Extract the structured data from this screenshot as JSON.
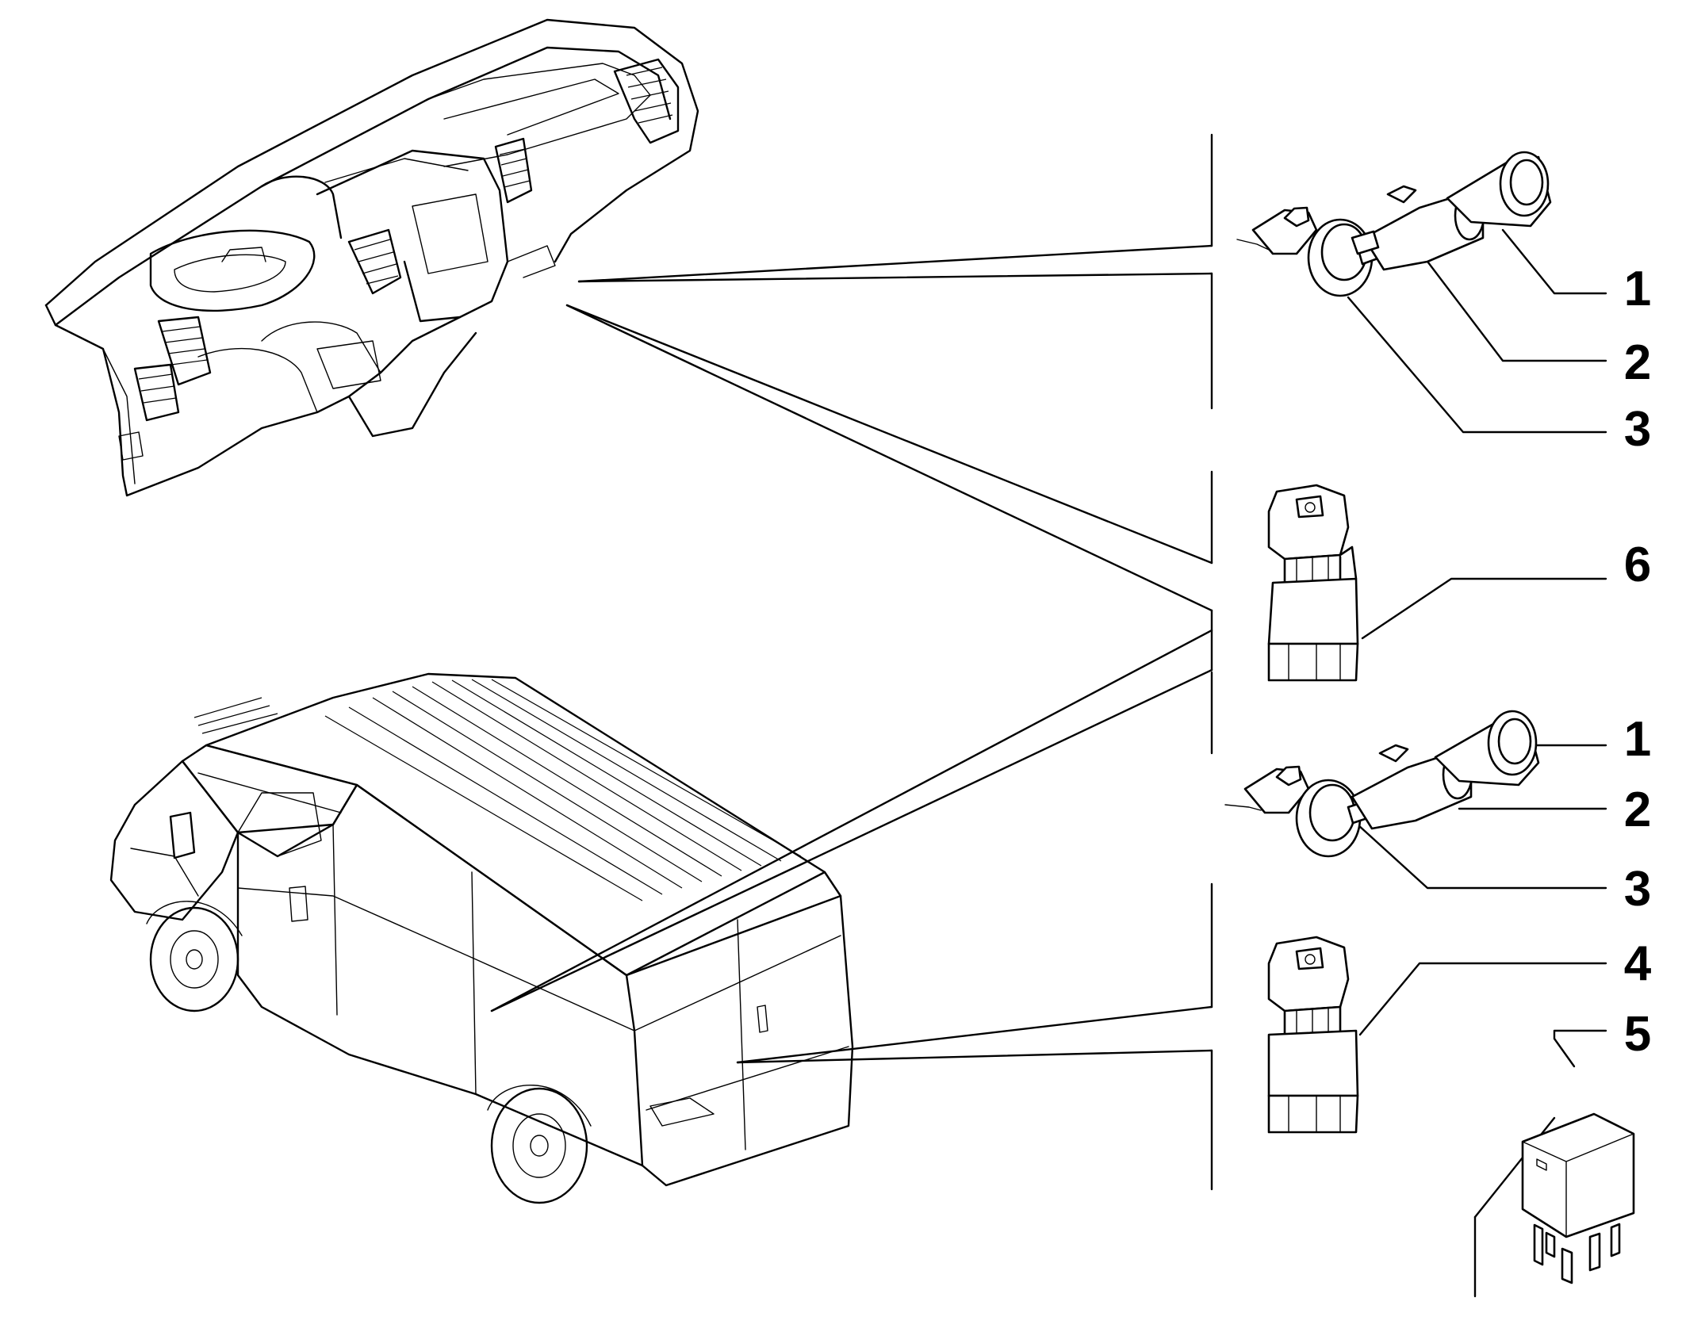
{
  "callouts": [
    {
      "id": "c1a",
      "number": "1"
    },
    {
      "id": "c2a",
      "number": "2"
    },
    {
      "id": "c3a",
      "number": "3"
    },
    {
      "id": "c6",
      "number": "6"
    },
    {
      "id": "c1b",
      "number": "1"
    },
    {
      "id": "c2b",
      "number": "2"
    },
    {
      "id": "c3b",
      "number": "3"
    },
    {
      "id": "c4",
      "number": "4"
    },
    {
      "id": "c5",
      "number": "5"
    }
  ]
}
